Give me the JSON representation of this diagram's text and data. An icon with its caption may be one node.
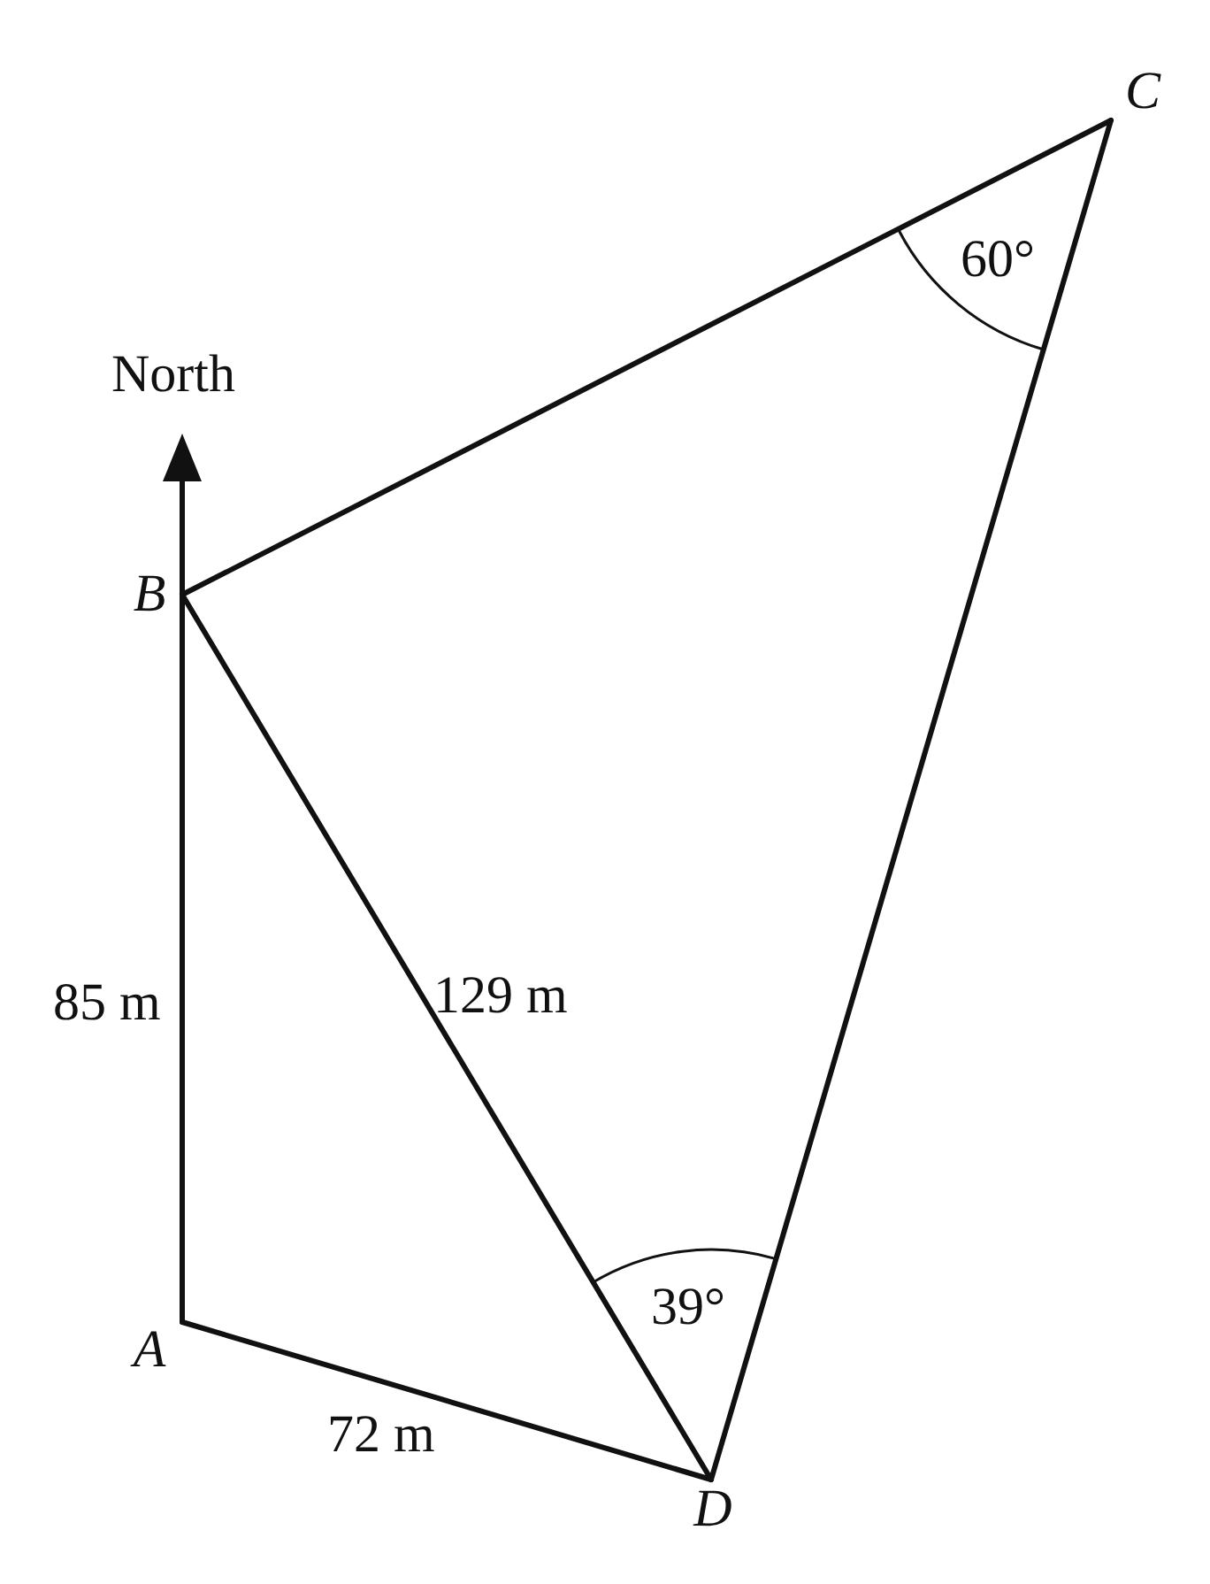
{
  "diagram": {
    "nodes": [
      {
        "text": [
          "A"
        ]
      },
      {
        "text": [
          "B"
        ]
      },
      {
        "text": [
          "C"
        ]
      },
      {
        "text": [
          "D"
        ]
      }
    ],
    "edges": [
      {
        "from": 0,
        "to": 1,
        "arrow": "none",
        "label": "85 m"
      },
      {
        "from": 1,
        "to": 2,
        "arrow": "none"
      },
      {
        "from": 2,
        "to": 3,
        "arrow": "none"
      },
      {
        "from": 3,
        "to": 0,
        "arrow": "none",
        "label": "72 m"
      },
      {
        "from": 1,
        "to": 3,
        "arrow": "none",
        "label": "129 m"
      }
    ],
    "labels": [
      "North",
      "60°",
      "39°"
    ]
  }
}
